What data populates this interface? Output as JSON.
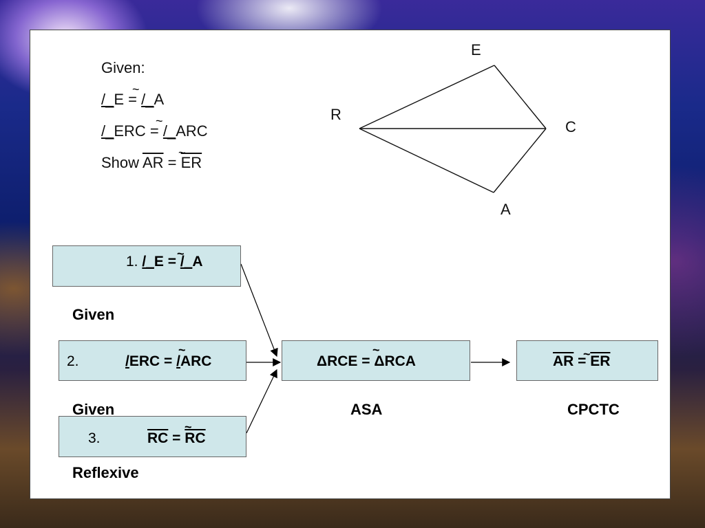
{
  "given": {
    "heading": "Given:",
    "line1": {
      "a": "/_",
      "b": "E = ",
      "c": "/_",
      "d": "A"
    },
    "line2": {
      "a": "/_",
      "b": "ERC = ",
      "c": "/_",
      "d": "ARC"
    },
    "line3": {
      "prefix": "Show ",
      "seg1": "AR",
      "mid": " = ",
      "seg2": "ER"
    },
    "tilde": "~"
  },
  "figure": {
    "points": {
      "E": "E",
      "R": "R",
      "C": "C",
      "A": "A"
    }
  },
  "flowchart": {
    "step1": {
      "num": "1.",
      "a": "/_",
      "b": "E = ",
      "c": "/_",
      "d": "A"
    },
    "step1_reason": "Given",
    "step2": {
      "num": "2.",
      "a": "/",
      "b": "ERC = ",
      "c": "/",
      "d": "ARC"
    },
    "step2_reason": "Given",
    "step3": {
      "num": "3.",
      "seg1": "RC",
      "mid": " = ",
      "seg2": "RC"
    },
    "step3_reason": "Reflexive",
    "conclusion1": "ΔRCE = ΔRCA",
    "conclusion1_reason": "ASA",
    "conclusion2": {
      "seg1": "AR",
      "mid": " = ",
      "seg2": "ER"
    },
    "conclusion2_reason": "CPCTC",
    "tilde": "~"
  }
}
